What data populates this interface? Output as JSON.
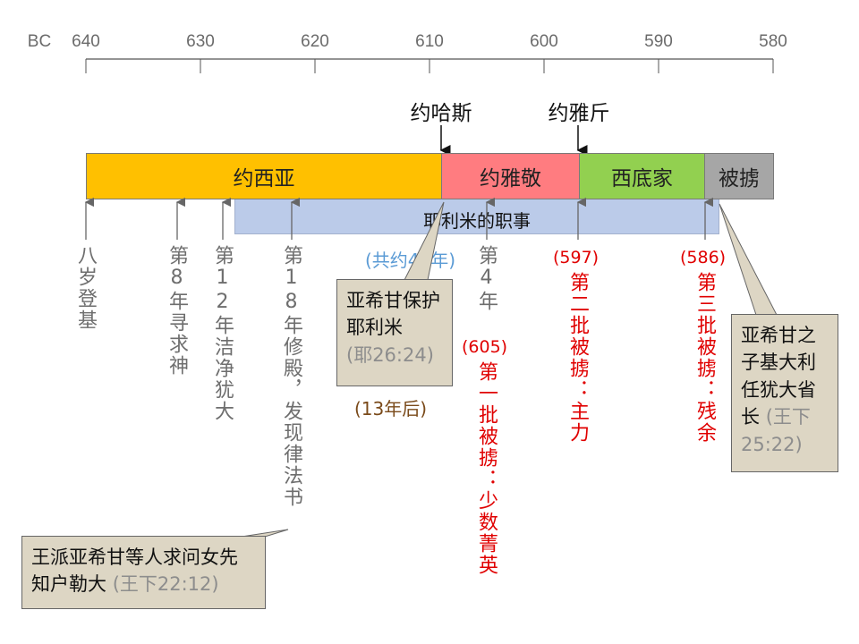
{
  "axis": {
    "era": "BC",
    "ticks": [
      "640",
      "630",
      "620",
      "610",
      "600",
      "590",
      "580"
    ]
  },
  "kings_above": {
    "jehoahaz": "约哈斯",
    "jehoiachin": "约雅斤"
  },
  "reigns": {
    "josiah": "约西亚",
    "jehoiakim": "约雅敬",
    "zedekiah": "西底家",
    "captivity": "被掳"
  },
  "ministry": "耶利米的职事",
  "events": {
    "e1": "八岁登基",
    "e2": "第8年寻求神",
    "e3": "第12年洁净犹大",
    "e4": "第18年修殿，发现律法书",
    "ministry_span": "(共约40年)",
    "e5": "第4年",
    "e5_year": "(605)",
    "e5_desc": "第一批被掳：少数菁英",
    "e6_year": "(597)",
    "e6_desc": "第二批被掳：主力",
    "e7_year": "(586)",
    "e7_desc": "第三批被掳：残余",
    "thirteen_years": "(13年后)"
  },
  "callouts": {
    "ahikam": {
      "text": "亚希甘保护耶利米",
      "ref": "(耶26:24)"
    },
    "gedaliah": {
      "text": "亚希甘之子基大利任犹大省长",
      "ref": "(王下25:22)"
    },
    "prophetess": {
      "text": "王派亚希甘等人求问女先知户勒大",
      "ref": "(王下22:12)"
    }
  },
  "colors": {
    "josiah": "#ffc000",
    "jehoiakim": "#ff7c80",
    "zedekiah": "#92d050",
    "captivity": "#a6a6a6",
    "ministry": "#b4c6e7",
    "callout_bg": "#ddd6c4",
    "red_text": "#e00000",
    "blue_text": "#5b9bd5"
  }
}
